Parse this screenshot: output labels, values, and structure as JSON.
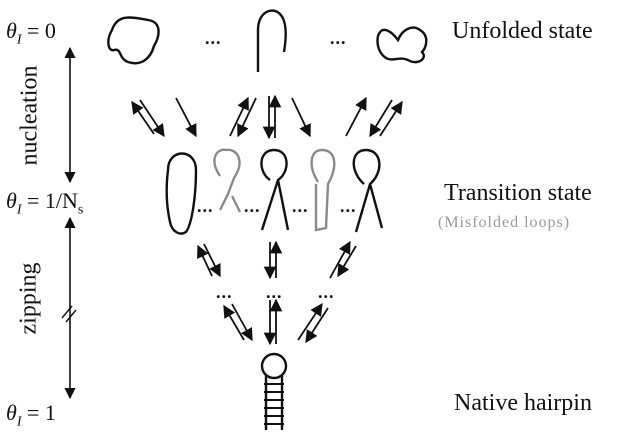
{
  "states": {
    "unfolded": "Unfolded state",
    "transition": "Transition state",
    "misfolded": "(Misfolded loops)",
    "native": "Native hairpin"
  },
  "axis": {
    "theta_symbol": "θ",
    "theta_sub": "I",
    "theta_top_value": "= 0",
    "theta_mid_value": "= 1/N",
    "theta_mid_sub": "s",
    "theta_bottom_value": "= 1",
    "nucleation": "nucleation",
    "zipping": "zipping"
  },
  "ellipsis": "..."
}
